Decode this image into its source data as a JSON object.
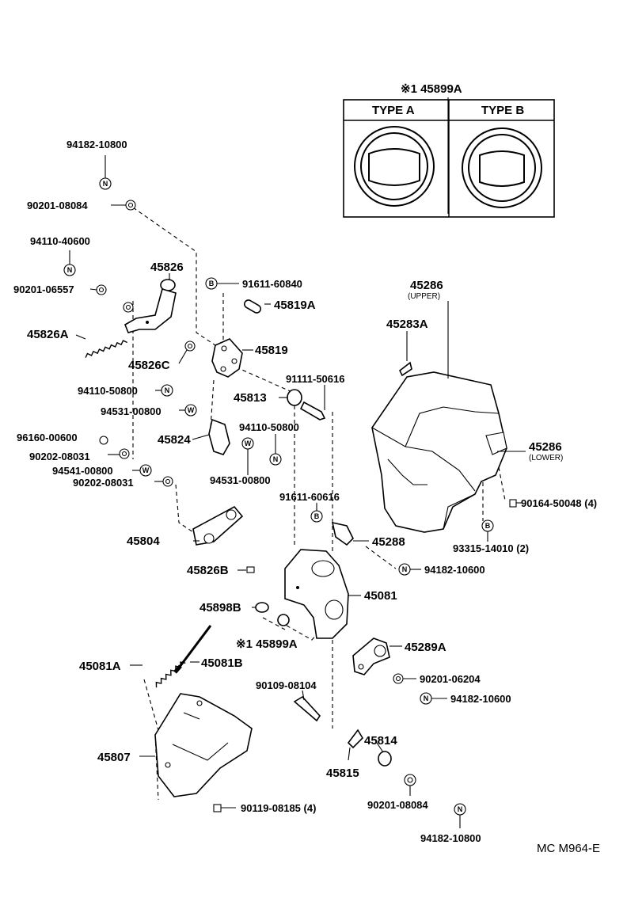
{
  "inset": {
    "header": "※1 45899A",
    "type_a": "TYPE A",
    "type_b": "TYPE B"
  },
  "labels": {
    "p94182_10800_top": "94182-10800",
    "p90201_08084_top": "90201-08084",
    "p94110_40600": "94110-40600",
    "p90201_06557": "90201-06557",
    "p45826": "45826",
    "p45826A": "45826A",
    "p45826C": "45826C",
    "p94110_50800_left": "94110-50800",
    "p94531_00800_left": "94531-00800",
    "p96160_00600": "96160-00600",
    "p90202_08031_a": "90202-08031",
    "p94541_00800": "94541-00800",
    "p90202_08031_b": "90202-08031",
    "p45804": "45804",
    "p45824": "45824",
    "p91611_60840": "91611-60840",
    "p45819A": "45819A",
    "p45819": "45819",
    "p45813": "45813",
    "p91111_50616": "91111-50616",
    "p94110_50800_mid": "94110-50800",
    "p94531_00800_mid": "94531-00800",
    "p91611_60616": "91611-60616",
    "p45288": "45288",
    "p94182_10600_a": "94182-10600",
    "p45826B": "45826B",
    "p45081": "45081",
    "p45898B": "45898B",
    "p45899A_bottom": "※1 45899A",
    "p45081A": "45081A",
    "p45081B": "45081B",
    "p45289A": "45289A",
    "p90201_06204": "90201-06204",
    "p94182_10600_b": "94182-10600",
    "p90109_08104": "90109-08104",
    "p45807": "45807",
    "p45814": "45814",
    "p45815": "45815",
    "p90119_08185": "90119-08185 (4)",
    "p90201_08084_bottom": "90201-08084",
    "p94182_10800_bottom": "94182-10800",
    "p45286_upper": "45286",
    "p45286_upper_sub": "(UPPER)",
    "p45283A": "45283A",
    "p45286_lower": "45286",
    "p45286_lower_sub": "(LOWER)",
    "p90164_50048": "90164-50048 (4)",
    "p93315_14010": "93315-14010 (2)",
    "code": "MC M964-E"
  },
  "symbols": {
    "nut": "N",
    "washer": "W",
    "bolt": "B"
  }
}
